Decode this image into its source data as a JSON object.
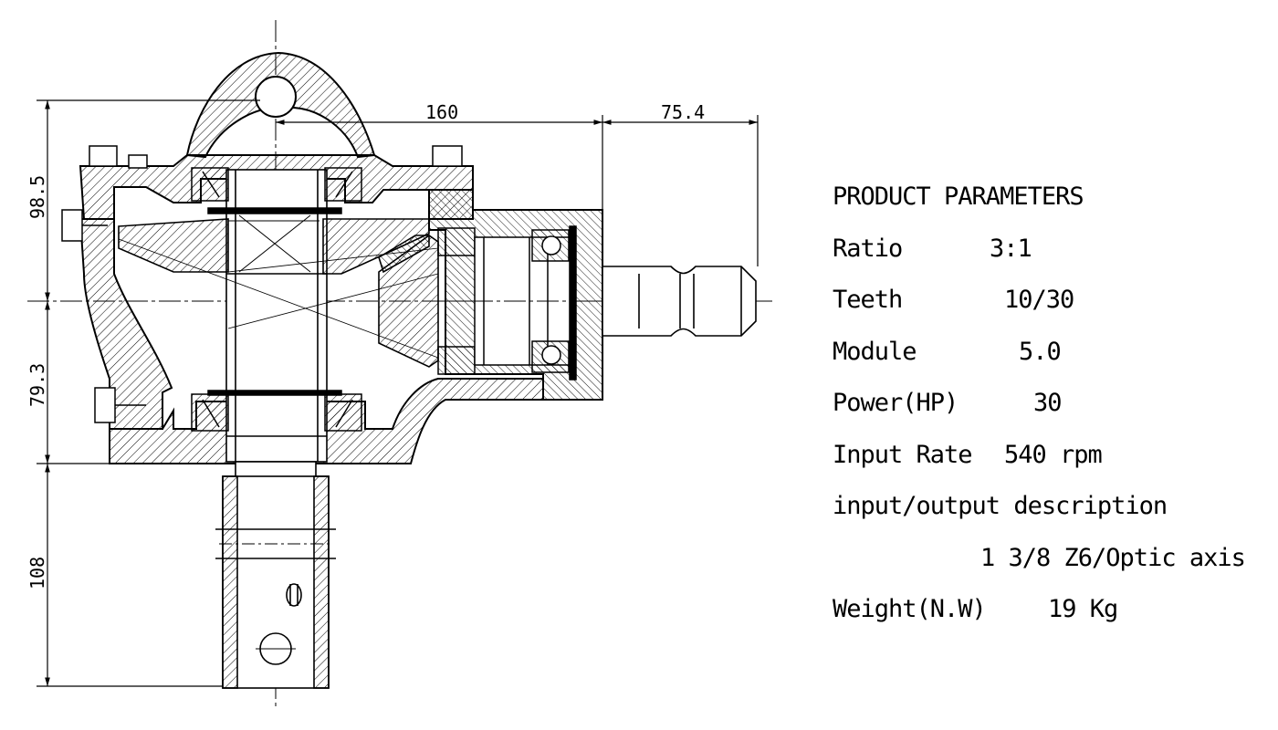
{
  "drawing": {
    "dimensions": {
      "d160": "160",
      "d75_4": "75.4",
      "d98_5": "98.5",
      "d79_3": "79.3",
      "d108": "108"
    }
  },
  "parameters": {
    "title": "PRODUCT PARAMETERS",
    "ratio": {
      "label": "Ratio",
      "value": "3:1"
    },
    "teeth": {
      "label": "Teeth",
      "value": "10/30"
    },
    "module": {
      "label": "Module",
      "value": "5.0"
    },
    "power": {
      "label": "Power(HP)",
      "value": "30"
    },
    "input_rate": {
      "label": "Input Rate",
      "value": "540 rpm"
    },
    "io_description": {
      "label": "input/output description",
      "value": "1 3/8 Z6/Optic axis"
    },
    "weight": {
      "label": "Weight(N.W)",
      "value": "19 Kg"
    }
  }
}
